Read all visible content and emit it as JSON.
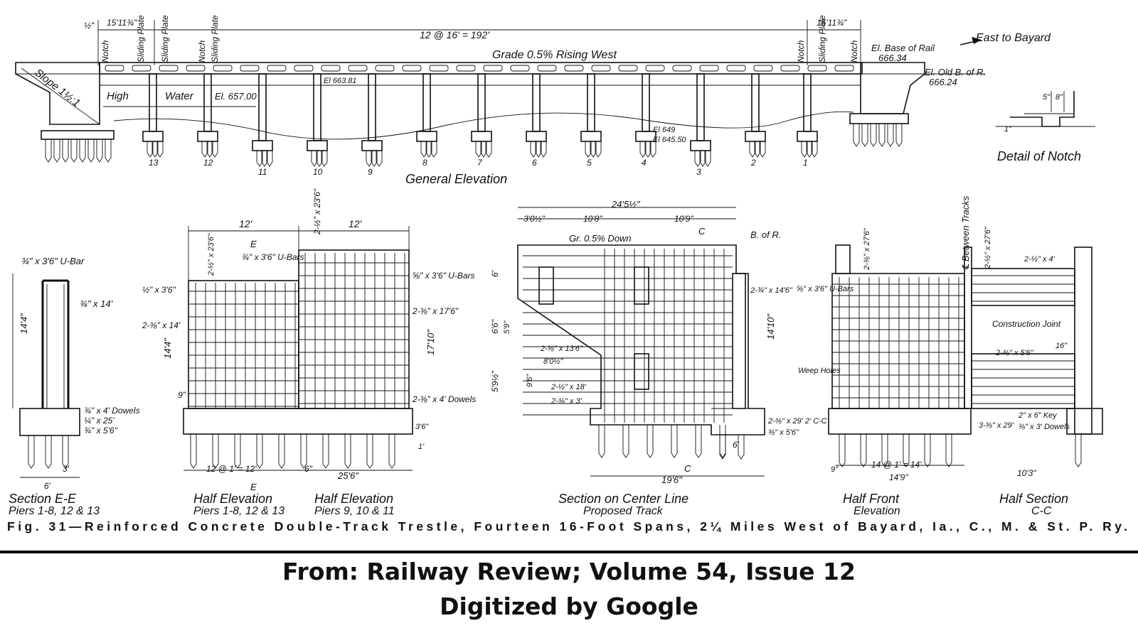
{
  "general_elevation": {
    "title": "General Elevation",
    "grade_label": "Grade 0.5% Rising West",
    "span_dim": "12 @ 16' = 192'",
    "end_dim_left": "15'11¾\"",
    "end_dim_right": "15'11¾\"",
    "small_dim": "½\"",
    "notch": "Notch",
    "sliding_plate": "Sliding Plate",
    "slope": "Slope 1½:1",
    "high_water": "High",
    "water": "Water",
    "high_water_el": "El. 657.00",
    "el_663": "El 663.81",
    "el_649": "El 649",
    "el_645": "El 645.50",
    "base_of_rail_label": "El. Base of Rail",
    "base_of_rail_value": "666.34",
    "old_rail_label": "El. Old B. of R.",
    "old_rail_value": "666.24",
    "east_label": "East to Bayard",
    "pier_numbers": [
      "13",
      "12",
      "11",
      "10",
      "9",
      "8",
      "7",
      "6",
      "5",
      "4",
      "3",
      "2",
      "1"
    ]
  },
  "detail_notch": {
    "title": "Detail of Notch",
    "dim_a": "5\"",
    "dim_b": "8\"",
    "dim_c": "1\""
  },
  "section_ee": {
    "title": "Section E-E",
    "subtitle": "Piers 1-8, 12 & 13",
    "u_bar": "¾\" x 3'6\" U-Bar",
    "bar_14": "¾\" x 14'",
    "height": "14'4\"",
    "dowels_4": "¾\" x 4' Dowels",
    "bar_25": "¼\" x 25'",
    "bar_56": "¾\" x 5'6\"",
    "dim_6": "6'",
    "dim_3": "3'"
  },
  "half_elevation_a": {
    "title": "Half Elevation",
    "subtitle": "Piers 1-8, 12 & 13",
    "width": "12'",
    "top_bar": "2-½\" x 23'6\"",
    "u_bars": "¾\" x 3'6\" U-Bars",
    "bar_a": "½\" x 3'6\"",
    "bar_b": "2-⅜\" x 14'",
    "height": "14'4\"",
    "bottom_dim": "12 @ 1' = 12'",
    "bottom_dim_b": "6\"",
    "dim_9": "9\"",
    "cut_e": "E"
  },
  "half_elevation_b": {
    "title": "Half Elevation",
    "subtitle": "Piers 9, 10 & 11",
    "width": "12'",
    "u_bars": "⅝\" x 3'6\" U-Bars",
    "bar_a": "2-⅜\" x 17'6\"",
    "height": "17'10\"",
    "dowels": "2-⅜\" x 4' Dowels",
    "bottom_dim": "25'6\"",
    "dim_36": "3'6\"",
    "dim_1": "1'"
  },
  "section_center": {
    "title": "Section on Center Line",
    "subtitle": "Proposed Track",
    "overall": "24'5½\"",
    "dim_a": "3'0½\"",
    "dim_b": "10'8\"",
    "dim_c": "10'9\"",
    "grade": "Gr. 0.5% Down",
    "cut_c": "C",
    "b_of_r": "B. of R.",
    "bar_a": "2-¾\" x 14'6\"",
    "bar_b": "2-⅜\" x 13'6\"",
    "bar_c": "2-½\" x 18'",
    "bar_d": "2-⅜\" x 3'",
    "height": "14'10\"",
    "dim_6": "6'",
    "dim_66": "6'6\"",
    "dim_59": "5'9\"",
    "dim_592": "5'9½\"",
    "dim_80": "8'0½\"",
    "dim_96": "9'6\"",
    "bar_e": "2-⅜\" x 29' 2' C-C",
    "bar_f": "⅜\" x 5'6\"",
    "bottom": "19'6\"",
    "dim_6b": "6'"
  },
  "half_front": {
    "title": "Half Front",
    "subtitle": "Elevation",
    "top_bar": "2-⅜\" x 27'6\"",
    "u_bars": "⅝\" x 3'6\" U-Bars",
    "weep": "Weep Holes",
    "between": "℄ Between Tracks",
    "bottom": "14 @ 1' = 14'",
    "bottom_b": "14'9\"",
    "dim_9": "9\""
  },
  "half_section_cc": {
    "title": "Half Section",
    "subtitle": "C-C",
    "top_bar": "2-½\" x 27'6\"",
    "bar_a": "2-½\" x 4'",
    "joint": "Construction Joint",
    "bar_b": "2-⅜\" x 5'6\"",
    "key": "2\" x 6\" Key",
    "dowels": "⅜\" x 3' Dowels",
    "bar_c": "3-⅜\" x 29'",
    "bottom": "10'3\"",
    "dim_16": "16\""
  },
  "caption": "Fig. 31—Reinforced Concrete Double-Track Trestle, Fourteen 16-Foot Spans, 2¼ Miles West of Bayard, Ia., C., M. & St. P. Ry.",
  "credits": {
    "source": "From: Railway Review; Volume 54, Issue 12",
    "digitized": "Digitized by Google"
  }
}
